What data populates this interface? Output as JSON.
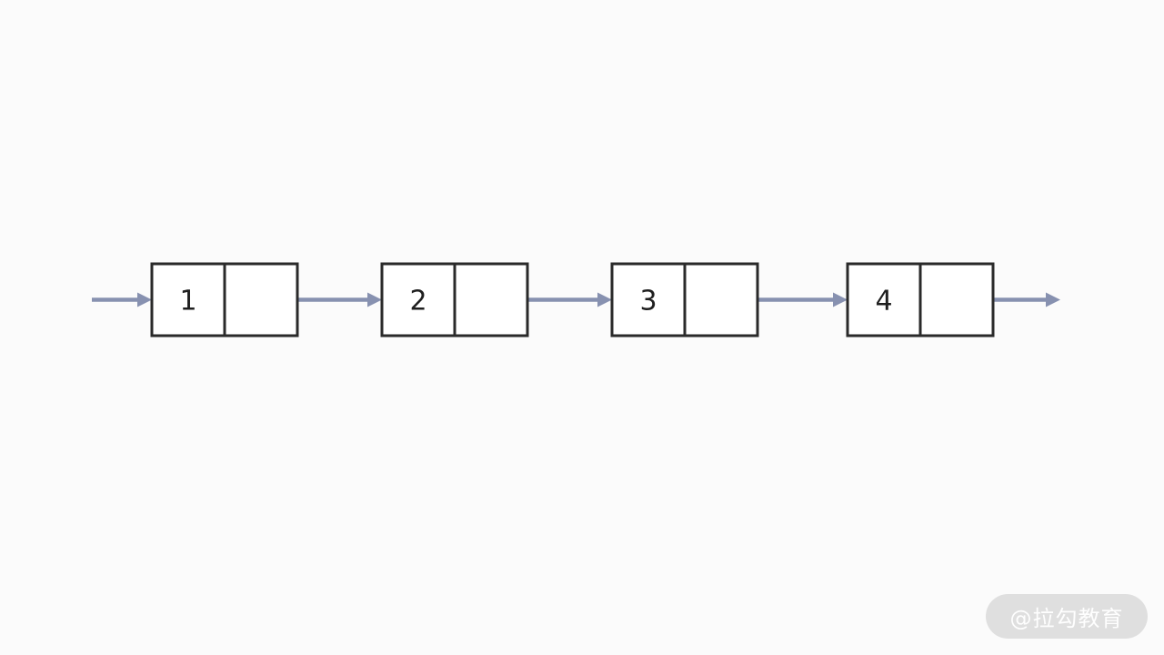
{
  "diagram": {
    "nodes": [
      {
        "value": "1"
      },
      {
        "value": "2"
      },
      {
        "value": "3"
      },
      {
        "value": "4"
      }
    ],
    "colors": {
      "arrow": "#8791b0",
      "node_border": "#2a2a2a",
      "node_fill": "#ffffff",
      "background": "#fbfbfb"
    }
  },
  "watermark": {
    "text": "@拉勾教育"
  }
}
